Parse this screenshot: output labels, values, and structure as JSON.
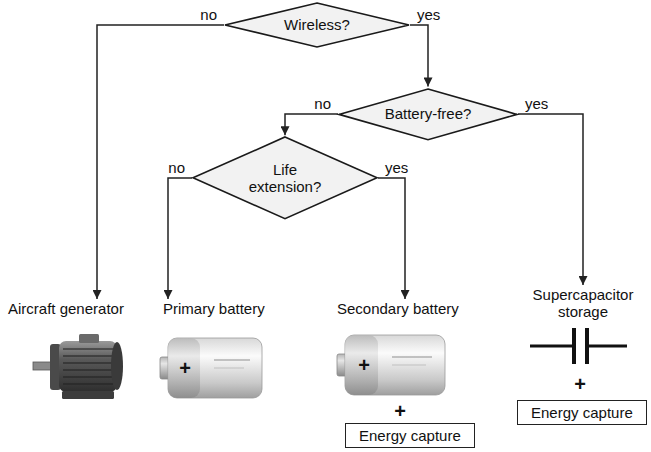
{
  "diagram": {
    "nodes": [
      {
        "text": [
          "Wireless?"
        ]
      },
      {
        "text": [
          "Battery-free?"
        ]
      },
      {
        "text": [
          "Life extension?"
        ]
      },
      {
        "text": [
          "Aircraft generator"
        ]
      },
      {
        "text": [
          "Primary battery"
        ]
      },
      {
        "text": [
          "Secondary battery"
        ]
      },
      {
        "text": [
          "Supercapacitor storage"
        ]
      },
      {
        "text": [
          "Energy capture"
        ]
      },
      {
        "text": [
          "Energy capture"
        ]
      }
    ],
    "edges": [
      {
        "from": 0,
        "to": 3,
        "arrow": "to",
        "label": "no"
      },
      {
        "from": 0,
        "to": 1,
        "arrow": "to",
        "label": "yes"
      },
      {
        "from": 1,
        "to": 2,
        "arrow": "to",
        "label": "no"
      },
      {
        "from": 1,
        "to": 6,
        "arrow": "to",
        "label": "yes"
      },
      {
        "from": 2,
        "to": 4,
        "arrow": "to",
        "label": "no"
      },
      {
        "from": 2,
        "to": 5,
        "arrow": "to",
        "label": "yes"
      }
    ],
    "labels": [
      "+",
      "+",
      "+",
      "+"
    ]
  }
}
